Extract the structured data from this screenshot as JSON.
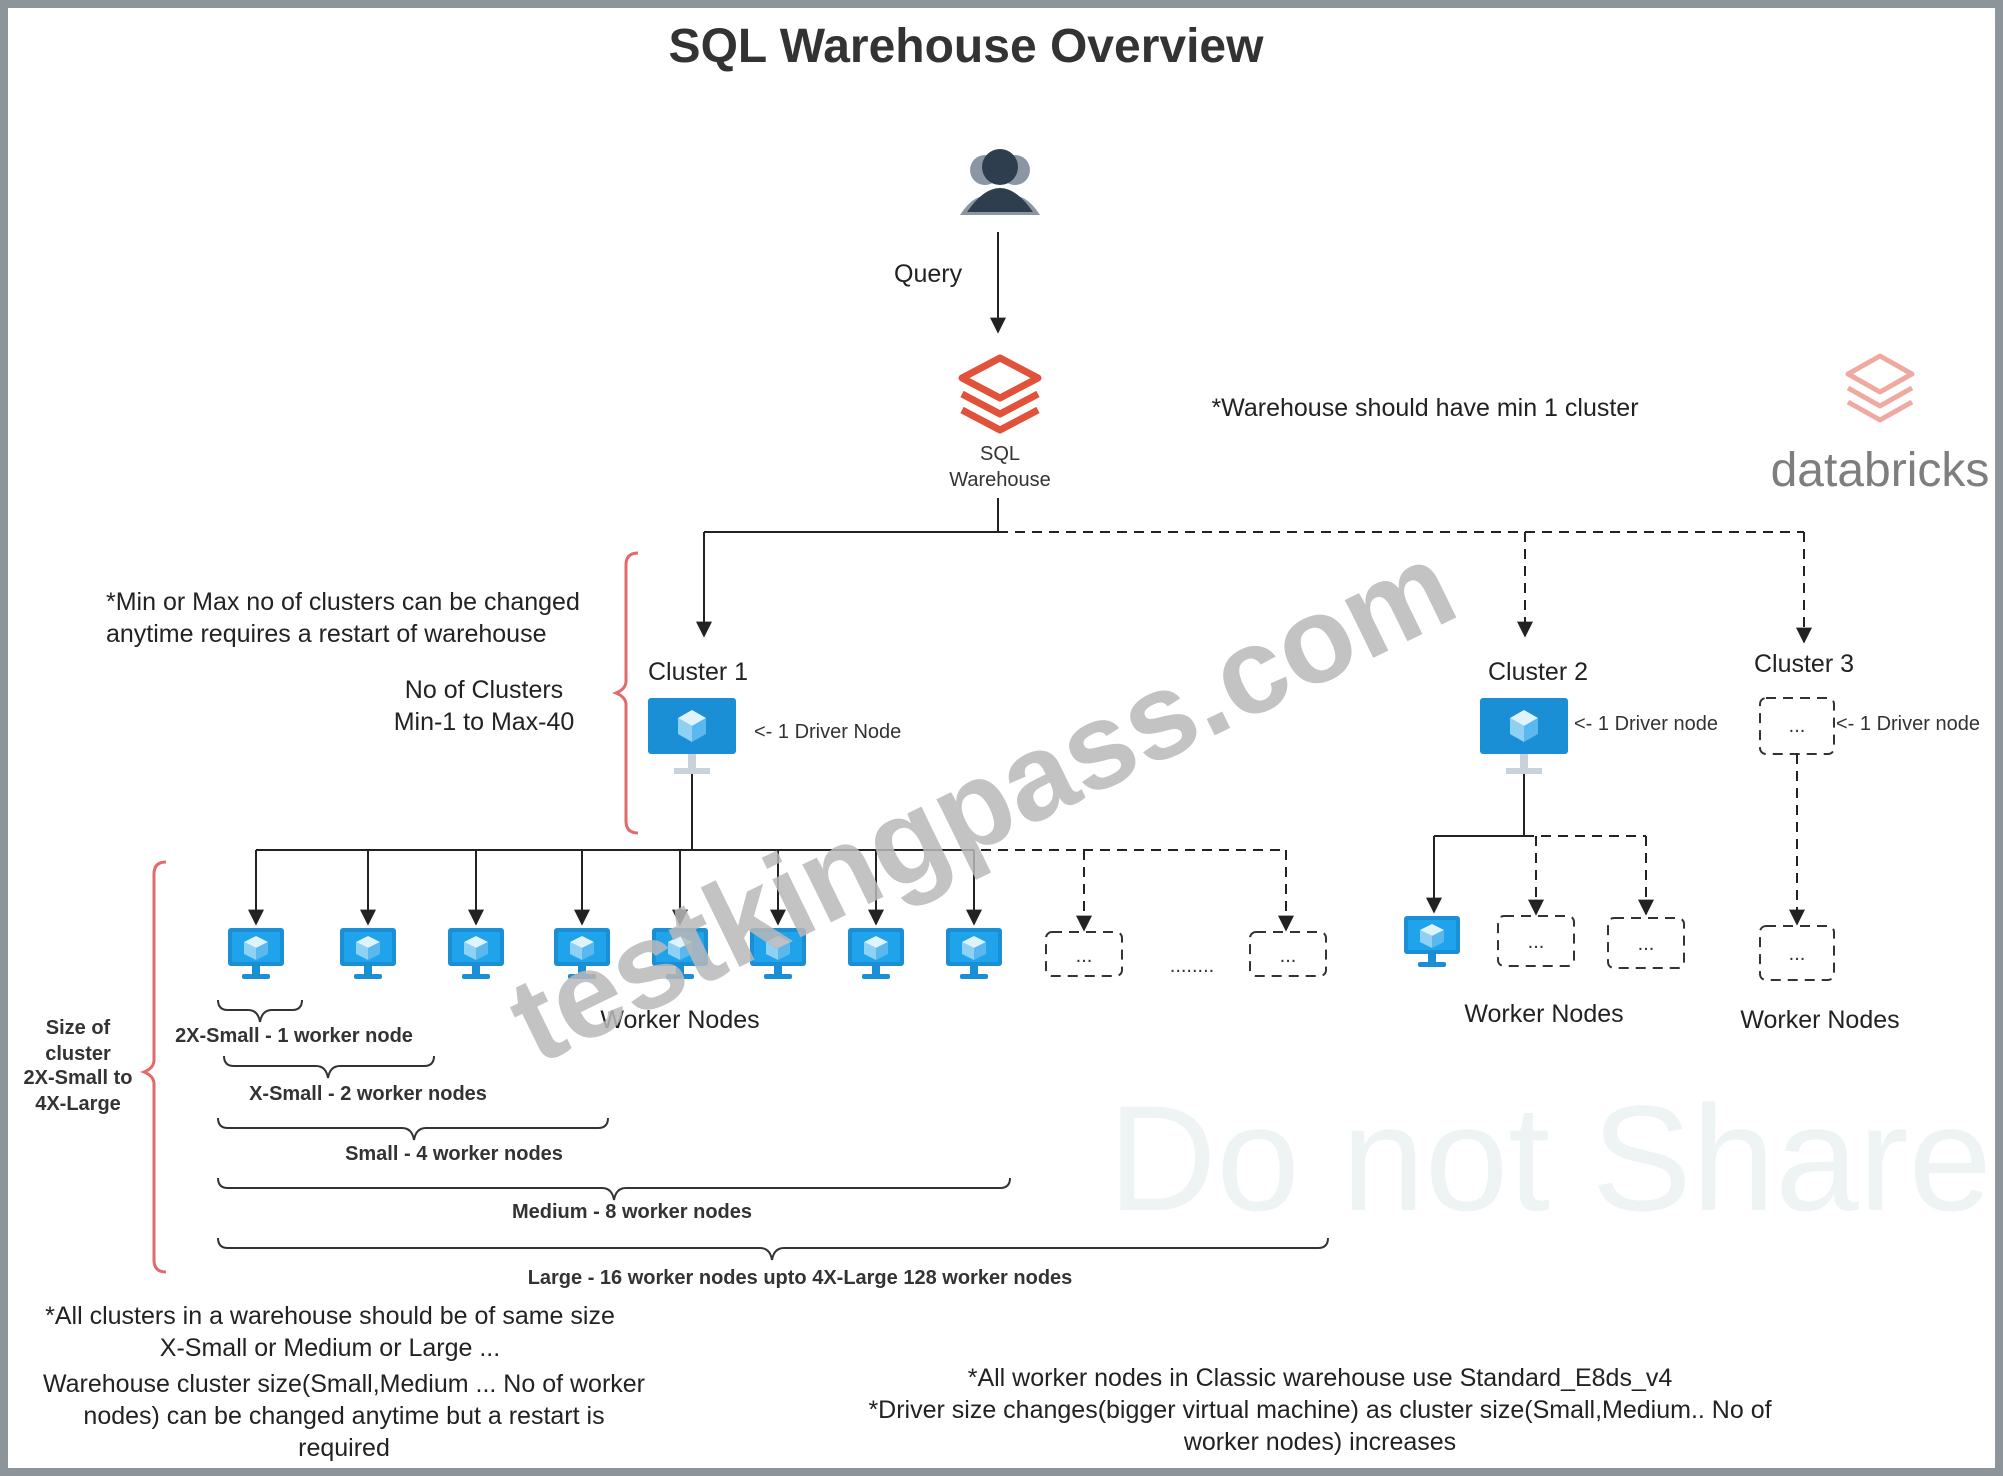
{
  "title": "SQL Warehouse Overview",
  "query_label": "Query",
  "warehouse_label_line1": "SQL",
  "warehouse_label_line2": "Warehouse",
  "brand": "databricks",
  "note_min_cluster": "*Warehouse should have min 1 cluster",
  "note_minmax_line1": "*Min or Max no of clusters can be changed",
  "note_minmax_line2": "anytime requires a restart of warehouse",
  "clusters_count_line1": "No of Clusters",
  "clusters_count_line2": "Min-1 to Max-40",
  "clusters": [
    {
      "label": "Cluster 1",
      "driver": "<- 1 Driver Node",
      "workers": "Worker Nodes"
    },
    {
      "label": "Cluster 2",
      "driver": "<- 1 Driver node",
      "workers": "Worker Nodes"
    },
    {
      "label": "Cluster 3",
      "driver": "<- 1 Driver node",
      "workers": "Worker Nodes"
    }
  ],
  "placeholder_dots": "...",
  "more_dots": "........",
  "size_label": [
    "Size of",
    "cluster",
    "2X-Small to",
    "4X-Large"
  ],
  "sizes": [
    "2X-Small - 1  worker node",
    "X-Small - 2 worker nodes",
    "Small - 4 worker nodes",
    "Medium - 8 worker nodes",
    "Large - 16 worker nodes  upto 4X-Large 128 worker nodes"
  ],
  "note_same_size": [
    "*All clusters in a warehouse should be of same size",
    "X-Small or Medium or Large ..."
  ],
  "note_resize": [
    "Warehouse cluster size(Small,Medium ... No of worker",
    "nodes) can be changed anytime but a restart is",
    "required"
  ],
  "note_worker_vm": "*All worker nodes in Classic warehouse use Standard_E8ds_v4",
  "note_driver_size": [
    "*Driver size changes(bigger virtual machine) as cluster size(Small,Medium.. No of",
    "worker nodes) increases"
  ],
  "watermark": "testkingpass.com",
  "watermark2": "Do not Share",
  "colors": {
    "node_blue": "#1a8fd6",
    "brace_red": "#e26a6a",
    "warehouse_red": "#e0523a",
    "frame": "#8d949a"
  }
}
